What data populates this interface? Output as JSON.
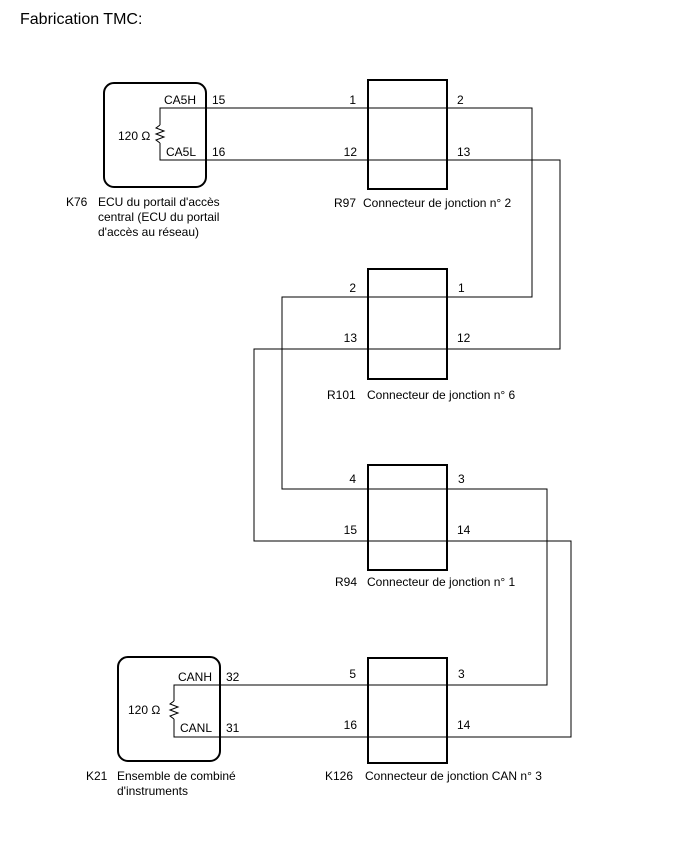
{
  "title": "Fabrication TMC:",
  "ecus": [
    {
      "code": "K76",
      "name_lines": [
        "ECU du portail d'accès",
        "central (ECU du portail",
        "d'accès au réseau)"
      ],
      "resistor": "120 Ω",
      "pins": [
        {
          "signal": "CA5H",
          "pin": "15"
        },
        {
          "signal": "CA5L",
          "pin": "16"
        }
      ]
    },
    {
      "code": "K21",
      "name_lines": [
        "Ensemble de combiné",
        "d'instruments"
      ],
      "resistor": "120 Ω",
      "pins": [
        {
          "signal": "CANH",
          "pin": "32"
        },
        {
          "signal": "CANL",
          "pin": "31"
        }
      ]
    }
  ],
  "connectors": [
    {
      "code": "R97",
      "name": "Connecteur de jonction n° 2",
      "left_pins": [
        "1",
        "12"
      ],
      "right_pins": [
        "2",
        "13"
      ]
    },
    {
      "code": "R101",
      "name": "Connecteur de jonction n° 6",
      "left_pins": [
        "2",
        "13"
      ],
      "right_pins": [
        "1",
        "12"
      ]
    },
    {
      "code": "R94",
      "name": "Connecteur de jonction n° 1",
      "left_pins": [
        "4",
        "15"
      ],
      "right_pins": [
        "3",
        "14"
      ]
    },
    {
      "code": "K126",
      "name": "Connecteur de jonction CAN n° 3",
      "left_pins": [
        "5",
        "16"
      ],
      "right_pins": [
        "3",
        "14"
      ]
    }
  ]
}
